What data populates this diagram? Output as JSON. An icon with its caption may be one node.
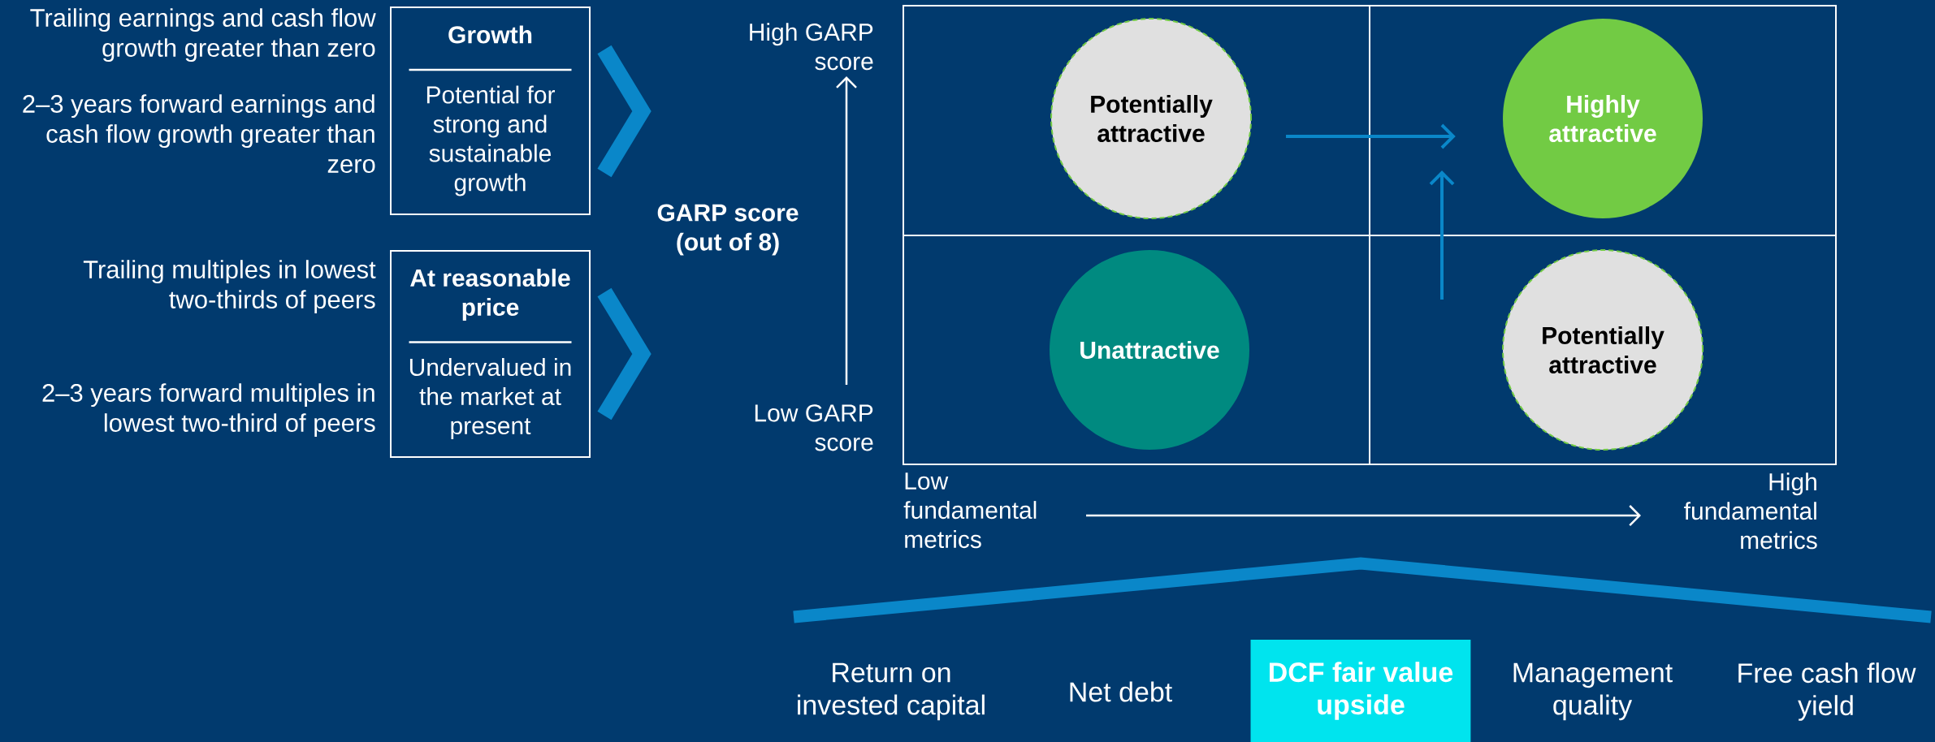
{
  "diagram": {
    "nodes": [
      {
        "text": [
          "Growth",
          "Potential for strong and sustainable growth"
        ],
        "beside": [
          "Trailing earnings and cash flow growth greater than zero",
          "2–3 years forward earnings and cash flow growth greater than zero"
        ]
      },
      {
        "text": [
          "At reasonable price",
          "Undervalued in the market at present"
        ],
        "beside": [
          "Trailing multiples in lowest two-thirds of peers",
          "2–3 years forward multiples in lowest two-third of peers"
        ]
      },
      {
        "text": [
          "GARP score (out of 8)"
        ]
      },
      {
        "text": [
          "Potentially attractive"
        ]
      },
      {
        "text": [
          "Highly attractive"
        ]
      },
      {
        "text": [
          "Unattractive"
        ]
      },
      {
        "text": [
          "Potentially attractive"
        ]
      },
      {
        "text": [
          "DCF fair value upside"
        ]
      }
    ],
    "edges": [
      {
        "from": 3,
        "to": 4,
        "arrow": "to"
      },
      {
        "from": 6,
        "to": 4,
        "arrow": "to"
      }
    ],
    "labels": [
      "High GARP score",
      "Low GARP score",
      "Low fundamental metrics",
      "High fundamental metrics",
      "Return on invested capital",
      "Net debt",
      "Management quality",
      "Free cash flow yield"
    ]
  }
}
